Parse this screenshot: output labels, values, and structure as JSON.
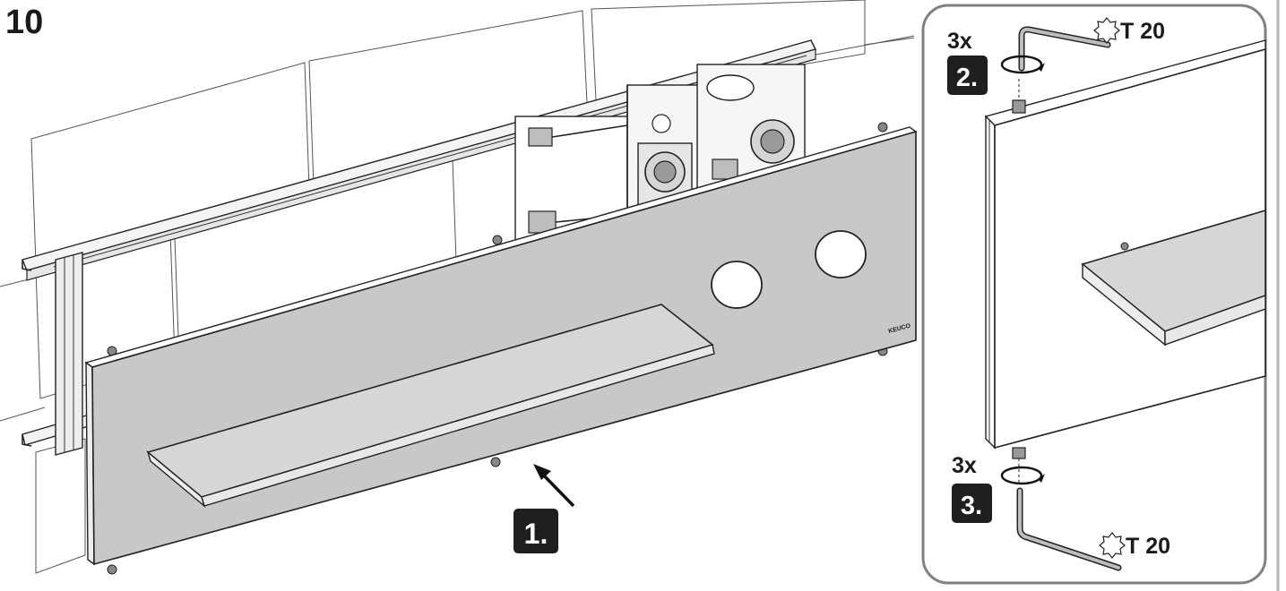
{
  "step_number": "10",
  "brand_label": "KEUCO",
  "main_step": {
    "label": "1."
  },
  "detail": {
    "top": {
      "count": "3x",
      "step": "2.",
      "tool": "T 20"
    },
    "bottom": {
      "count": "3x",
      "step": "3.",
      "tool": "T 20"
    }
  },
  "colors": {
    "panel": "#c8c8c8",
    "badge": "#1f1f1f",
    "frame": "#808080"
  }
}
